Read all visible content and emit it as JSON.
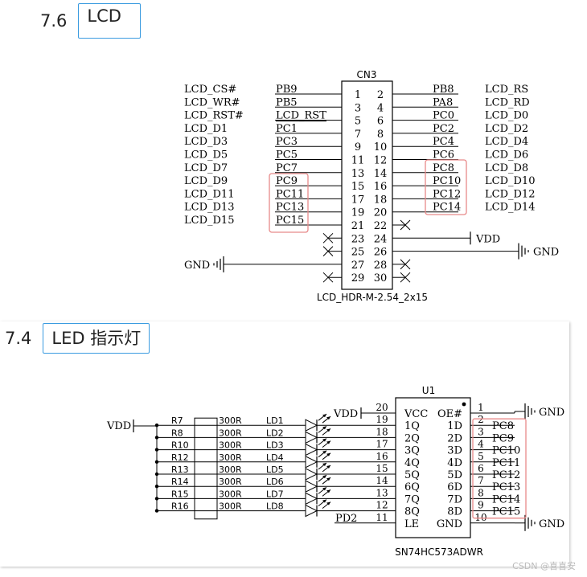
{
  "section1": {
    "number": "7.6",
    "title": "LCD"
  },
  "section2": {
    "number": "7.4",
    "title": "LED 指示灯"
  },
  "cn3": {
    "ref": "CN3",
    "part": "LCD_HDR-M-2.54_2x15",
    "pins_left": [
      {
        "pin": "1",
        "net": "PB9",
        "sig": "LCD_CS#"
      },
      {
        "pin": "3",
        "net": "PB5",
        "sig": "LCD_WR#"
      },
      {
        "pin": "5",
        "net": "LCD_RST",
        "sig": "LCD_RST#"
      },
      {
        "pin": "7",
        "net": "PC1",
        "sig": "LCD_D1"
      },
      {
        "pin": "9",
        "net": "PC3",
        "sig": "LCD_D3"
      },
      {
        "pin": "11",
        "net": "PC5",
        "sig": "LCD_D5"
      },
      {
        "pin": "13",
        "net": "PC7",
        "sig": "LCD_D7"
      },
      {
        "pin": "15",
        "net": "PC9",
        "sig": "LCD_D9"
      },
      {
        "pin": "17",
        "net": "PC11",
        "sig": "LCD_D11"
      },
      {
        "pin": "19",
        "net": "PC13",
        "sig": "LCD_D13"
      },
      {
        "pin": "21",
        "net": "PC15",
        "sig": "LCD_D15"
      },
      {
        "pin": "23",
        "net": "",
        "sig": ""
      },
      {
        "pin": "25",
        "net": "",
        "sig": ""
      },
      {
        "pin": "27",
        "net": "",
        "sig": ""
      },
      {
        "pin": "29",
        "net": "",
        "sig": ""
      }
    ],
    "pins_right": [
      {
        "pin": "2",
        "net": "PB8",
        "sig": "LCD_RS"
      },
      {
        "pin": "4",
        "net": "PA8",
        "sig": "LCD_RD"
      },
      {
        "pin": "6",
        "net": "PC0",
        "sig": "LCD_D0"
      },
      {
        "pin": "8",
        "net": "PC2",
        "sig": "LCD_D2"
      },
      {
        "pin": "10",
        "net": "PC4",
        "sig": "LCD_D4"
      },
      {
        "pin": "12",
        "net": "PC6",
        "sig": "LCD_D6"
      },
      {
        "pin": "14",
        "net": "PC8",
        "sig": "LCD_D8"
      },
      {
        "pin": "16",
        "net": "PC10",
        "sig": "LCD_D10"
      },
      {
        "pin": "18",
        "net": "PC12",
        "sig": "LCD_D12"
      },
      {
        "pin": "20",
        "net": "PC14",
        "sig": "LCD_D14"
      },
      {
        "pin": "22",
        "net": "",
        "sig": ""
      },
      {
        "pin": "24",
        "net": "",
        "sig": ""
      },
      {
        "pin": "26",
        "net": "",
        "sig": ""
      },
      {
        "pin": "28",
        "net": "",
        "sig": ""
      },
      {
        "pin": "30",
        "net": "",
        "sig": ""
      }
    ],
    "vdd_label": "VDD",
    "gnd_right_label": "GND",
    "gnd_left_label": "GND"
  },
  "u1": {
    "ref": "U1",
    "part": "SN74HC573ADWR",
    "left_pins": [
      {
        "pin": "20",
        "name": "VCC",
        "net": "VDD"
      },
      {
        "pin": "19",
        "name": "1Q"
      },
      {
        "pin": "18",
        "name": "2Q"
      },
      {
        "pin": "17",
        "name": "3Q"
      },
      {
        "pin": "16",
        "name": "4Q"
      },
      {
        "pin": "15",
        "name": "5Q"
      },
      {
        "pin": "14",
        "name": "6Q"
      },
      {
        "pin": "13",
        "name": "7Q"
      },
      {
        "pin": "12",
        "name": "8Q"
      },
      {
        "pin": "11",
        "name": "LE",
        "net": "PD2"
      }
    ],
    "right_pins": [
      {
        "pin": "1",
        "name": "OE#",
        "net": ""
      },
      {
        "pin": "2",
        "name": "1D",
        "net": "PC8"
      },
      {
        "pin": "3",
        "name": "2D",
        "net": "PC9"
      },
      {
        "pin": "4",
        "name": "3D",
        "net": "PC10"
      },
      {
        "pin": "5",
        "name": "4D",
        "net": "PC11"
      },
      {
        "pin": "6",
        "name": "5D",
        "net": "PC12"
      },
      {
        "pin": "7",
        "name": "6D",
        "net": "PC13"
      },
      {
        "pin": "8",
        "name": "7D",
        "net": "PC14"
      },
      {
        "pin": "9",
        "name": "8D",
        "net": "PC15"
      },
      {
        "pin": "10",
        "name": "GND",
        "net": ""
      }
    ],
    "gnd_top": "GND",
    "gnd_bottom": "GND"
  },
  "leds": {
    "vdd_label": "VDD",
    "rows": [
      {
        "r": "R7",
        "val": "300R",
        "ld": "LD1"
      },
      {
        "r": "R8",
        "val": "300R",
        "ld": "LD2"
      },
      {
        "r": "R10",
        "val": "300R",
        "ld": "LD3"
      },
      {
        "r": "R12",
        "val": "300R",
        "ld": "LD4"
      },
      {
        "r": "R13",
        "val": "300R",
        "ld": "LD5"
      },
      {
        "r": "R14",
        "val": "300R",
        "ld": "LD6"
      },
      {
        "r": "R15",
        "val": "300R",
        "ld": "LD7"
      },
      {
        "r": "R16",
        "val": "300R",
        "ld": "LD8"
      }
    ]
  },
  "watermark": "CSDN @喜喜安",
  "highlight_color": "#e88a8a",
  "heading_border_color": "#3a9be0"
}
